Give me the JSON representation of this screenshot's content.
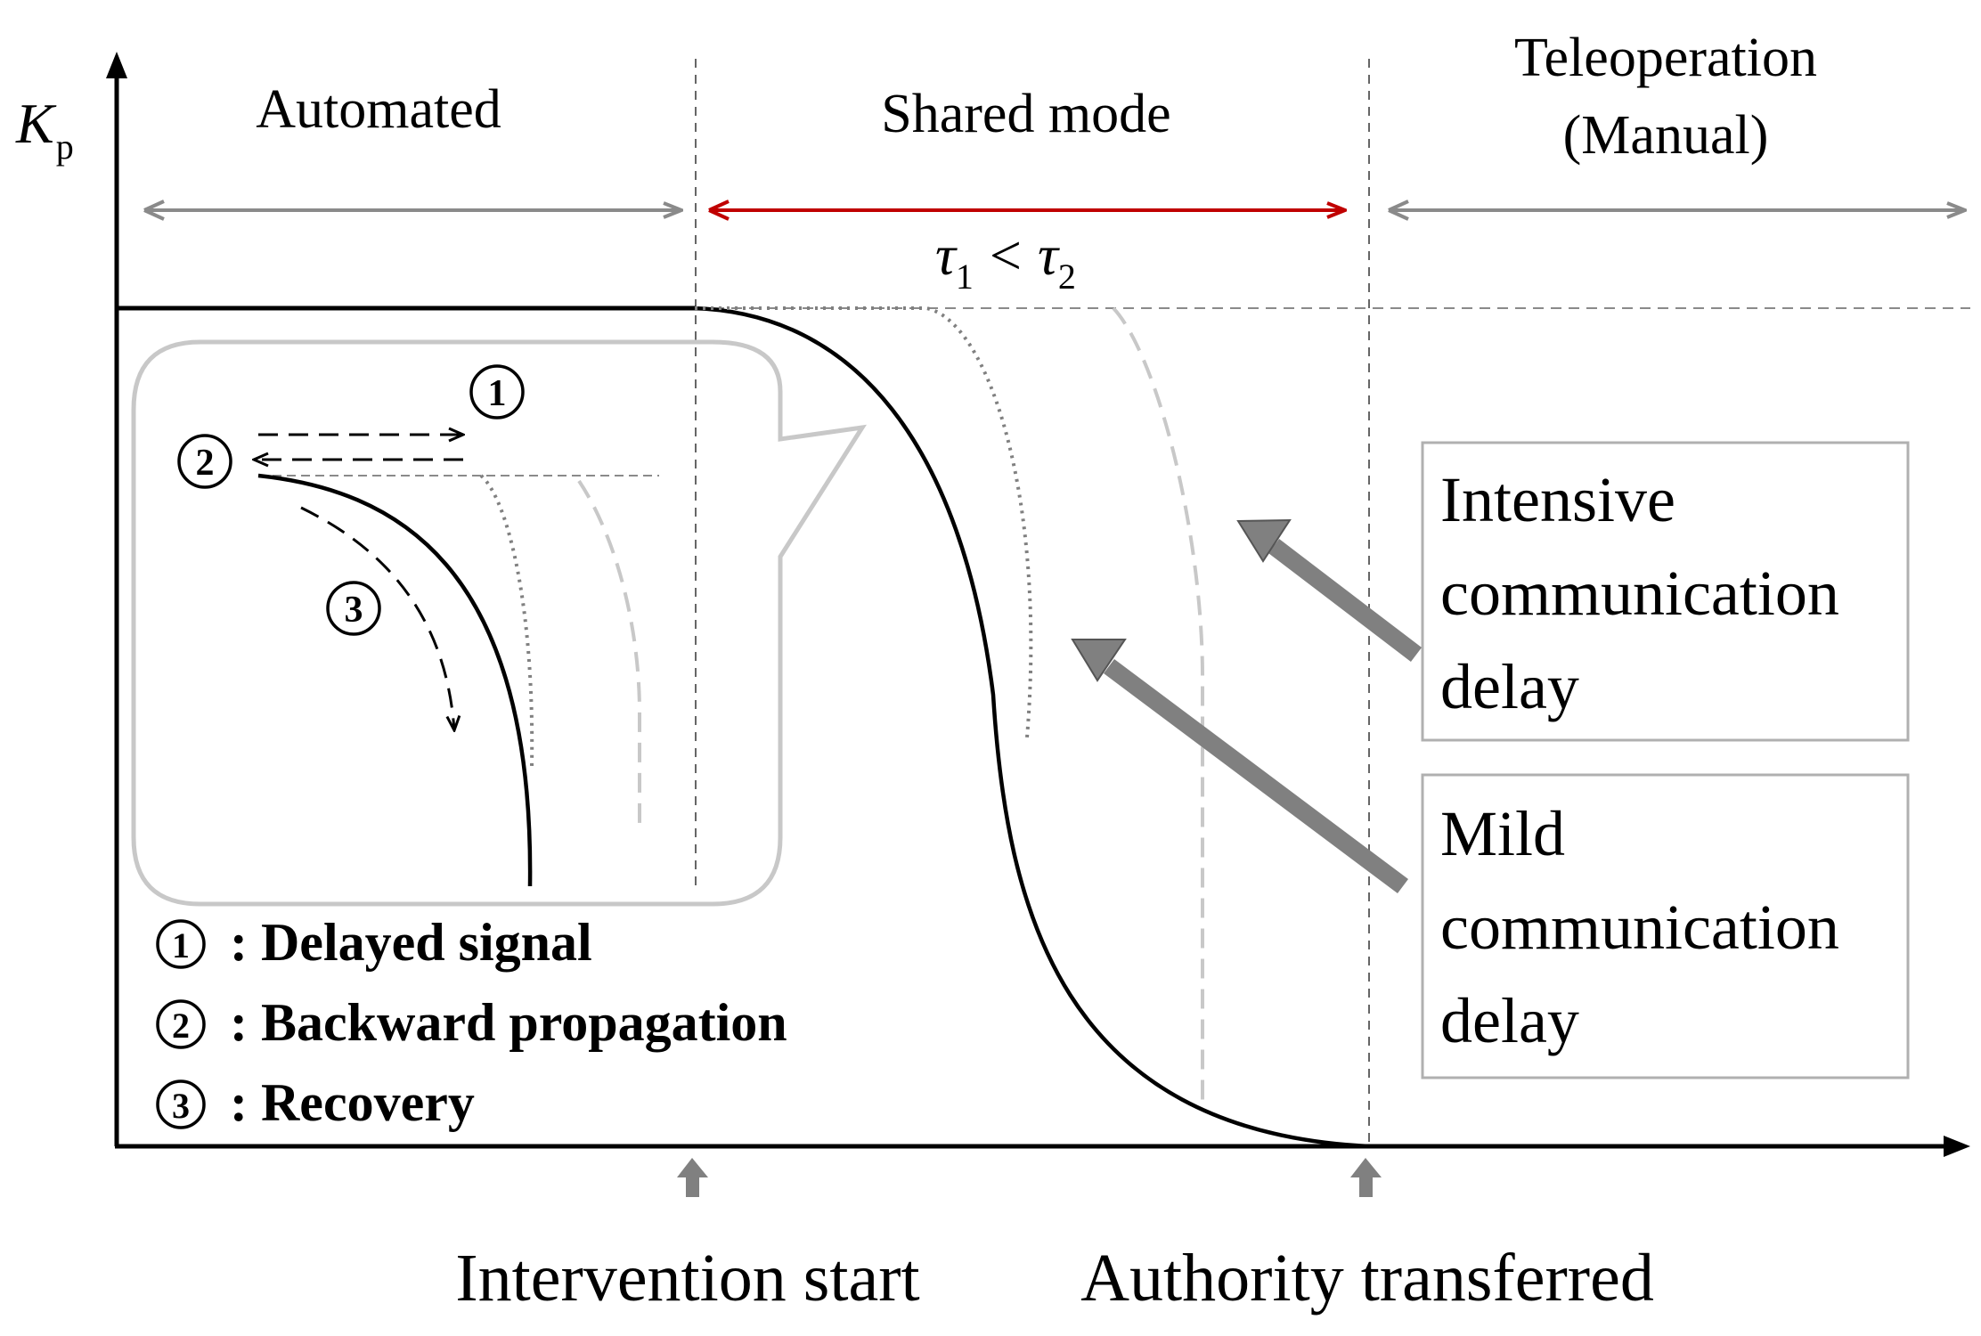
{
  "y_axis": {
    "symbol": "K",
    "subscript": "p"
  },
  "regions": {
    "automated": "Automated",
    "shared": "Shared mode",
    "teleop_line1": "Teleoperation",
    "teleop_line2": "(Manual)"
  },
  "tau": {
    "t1": "τ",
    "s1": "1",
    "op": "<",
    "t2": "τ",
    "s2": "2"
  },
  "callouts": {
    "intensive": [
      "Intensive",
      "communication",
      "delay"
    ],
    "mild": [
      "Mild",
      "communication",
      "delay"
    ]
  },
  "inset_markers": {
    "one": "1",
    "two": "2",
    "three": "3"
  },
  "legend": [
    {
      "num": "1",
      "text": ": Delayed signal"
    },
    {
      "num": "2",
      "text": ": Backward propagation"
    },
    {
      "num": "3",
      "text": ": Recovery"
    }
  ],
  "bottom_labels": {
    "start": "Intervention start",
    "transferred": "Authority transferred"
  },
  "colors": {
    "axis": "#000000",
    "gray_arrow": "#8a8a8a",
    "red_arrow": "#c00000",
    "inset_border": "#c8c8c8",
    "box_border": "#b0b0b0",
    "dotted_curve": "#808080",
    "dashed_curve": "#c8c8c8"
  }
}
